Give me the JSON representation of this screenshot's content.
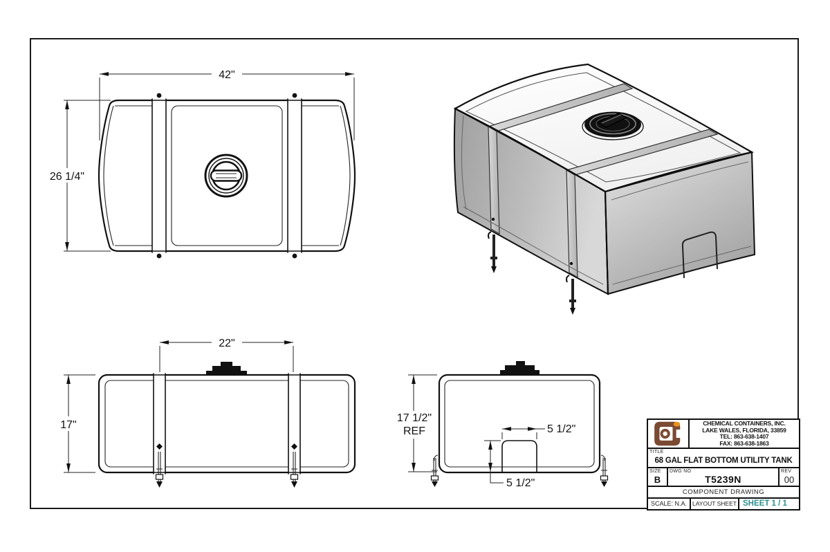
{
  "drawing": {
    "views": {
      "front": {
        "name": "front orthographic view",
        "width_dim": "42\"",
        "height_dim": "26 1/4\""
      },
      "side": {
        "name": "side orthographic view",
        "strap_spacing_dim": "22\"",
        "height_dim": "17\""
      },
      "end": {
        "name": "end orthographic view",
        "height_dim": "17 1/2\"",
        "height_ref": "REF",
        "sump_width_dim": "5 1/2\"",
        "sump_height_dim": "5 1/2\""
      },
      "isometric": {
        "name": "isometric view"
      }
    }
  },
  "title_block": {
    "company_name": "CHEMICAL CONTAINERS, INC.",
    "company_address": "LAKE WALES, FLORIDA, 33859",
    "company_tel": "TEL: 863-638-1407",
    "company_fax": "FAX: 863-638-1863",
    "title_label": "TITLE",
    "title": "68 GAL FLAT BOTTOM UTILITY TANK",
    "size_label": "SIZE",
    "size_value": "B",
    "dwg_no_label": "DWG NO",
    "dwg_no_value": "T5239N",
    "rev_label": "REV",
    "rev_value": "00",
    "drawing_type": "COMPONENT DRAWING",
    "scale_text": "SCALE: N.A.",
    "layout_text": "LAYOUT SHEET",
    "sheet_text": "SHEET 1 / 1",
    "colors": {
      "logo_brown": "#7b4a33",
      "logo_orange": "#e8921c",
      "sheet_teal": "#2e8e8e",
      "line_color": "#111111"
    }
  }
}
